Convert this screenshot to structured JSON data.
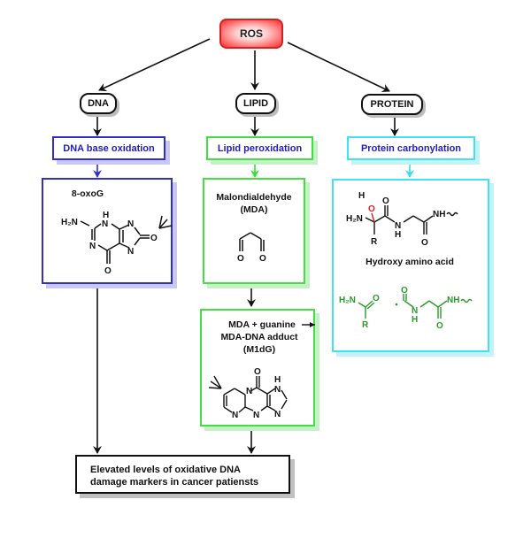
{
  "diagram": {
    "root": {
      "label": "ROS",
      "color": "#ee3030"
    },
    "branches": [
      {
        "id": "dna",
        "label": "DNA"
      },
      {
        "id": "lipid",
        "label": "LIPID"
      },
      {
        "id": "protein",
        "label": "PROTEIN"
      }
    ],
    "processes": {
      "dna": {
        "label": "DNA base oxidation",
        "border_color": "#3030c8"
      },
      "lipid": {
        "label": "Lipid peroxidation",
        "border_color": "#44dd44"
      },
      "protein": {
        "label": "Protein carbonylation",
        "border_color": "#44e0ee"
      }
    },
    "panels": {
      "oxog": {
        "title": "8-oxoG",
        "atoms": {
          "h2n": "H₂N",
          "h": "H",
          "n": "N",
          "o": "O"
        }
      },
      "mda": {
        "title_line1": "Malondialdehyde",
        "title_line2": "(MDA)",
        "atoms": {
          "o": "O"
        }
      },
      "m1dg": {
        "line1": "MDA + guanine",
        "line2": "MDA-DNA adduct",
        "line3": "(M1dG)",
        "atoms": {
          "o": "O",
          "h": "H",
          "n": "N"
        }
      },
      "protein": {
        "caption": "Hydroxy amino acid",
        "atoms": {
          "h": "H",
          "o": "O",
          "h2n": "H₂N",
          "n": "N",
          "nh": "NH",
          "r": "R"
        },
        "highlight_color": "#e02020",
        "product_color": "#2a9a2a"
      }
    },
    "outcome": {
      "line1": "Elevated levels of oxidative DNA",
      "line2": "damage markers in cancer patiensts"
    }
  }
}
